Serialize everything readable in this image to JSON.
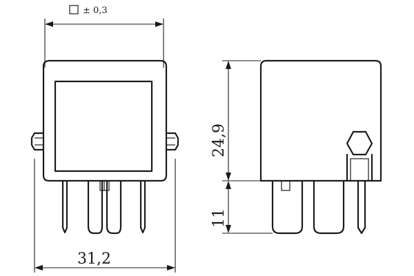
{
  "tolerance": {
    "symbol": "square",
    "text": "± 0,3"
  },
  "dimensions": {
    "width": "31,2",
    "body_height": "24,9",
    "pin_length": "11"
  }
}
